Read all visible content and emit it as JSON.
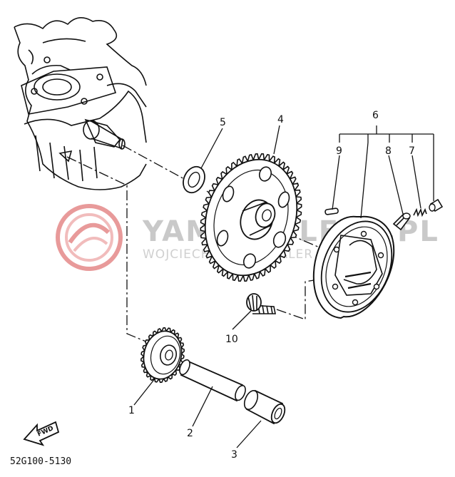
{
  "callouts": {
    "c1": "1",
    "c2": "2",
    "c3": "3",
    "c4": "4",
    "c5": "5",
    "c6": "6",
    "c7": "7",
    "c8": "8",
    "c9": "9",
    "c10": "10"
  },
  "diagram_code": "52G100-5130",
  "fwd_label": "FWD",
  "watermark": {
    "title": "YAMAHA LEKS.PL",
    "subtitle": "WOJCIECHOWICZ DEALER"
  },
  "colors": {
    "line": "#111111",
    "watermark_red": "#e89a9a",
    "watermark_grey": "#c9c9c9"
  }
}
